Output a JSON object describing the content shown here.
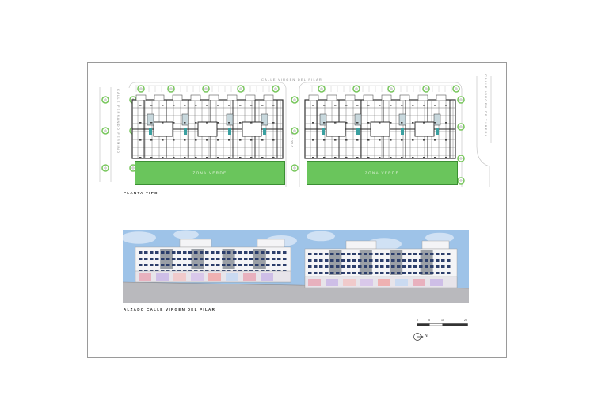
{
  "streets": {
    "top": "CALLE VIRGEN DEL PILAR",
    "left": "CALLE FERNANDO FERMINO",
    "middle": "VIAL 3",
    "right": "CALLE VIRGEN DE TUBERA"
  },
  "green_zone_label": "ZONA VERDE",
  "plan_caption": "PLANTA TIPO",
  "elevation_caption": "ALZADO CALLE VIRGEN DEL PILAR",
  "scale_bar": {
    "labels": [
      "0",
      "5",
      "10",
      "20"
    ]
  },
  "north": {
    "label": "N"
  },
  "colors": {
    "green_zone": "#6ac55c",
    "sky": "#9ec3e8",
    "facade_white": "#f4f4f6",
    "facade_grey": "#9a9fa6",
    "windows": "#2c3e6b",
    "road": "#b9b9bd",
    "tree": "#79c75e"
  }
}
